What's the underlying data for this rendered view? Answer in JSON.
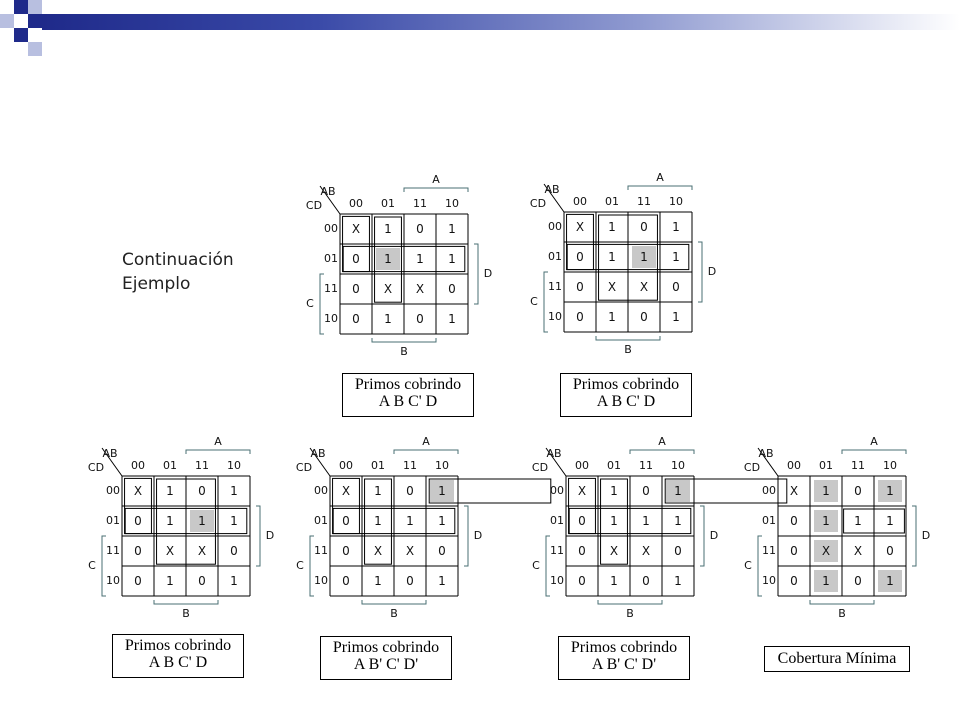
{
  "slide": {
    "heading_line1": "Continuación",
    "heading_line2": "Ejemplo",
    "accent_color": "#1f2a8a"
  },
  "kmap": {
    "corner_row_var": "AB",
    "corner_col_var": "CD",
    "col_headers": [
      "00",
      "01",
      "11",
      "10"
    ],
    "row_headers": [
      "00",
      "01",
      "11",
      "10"
    ],
    "label_A": "A",
    "label_B": "B",
    "label_C": "C",
    "label_D": "D",
    "cells": [
      [
        "X",
        "1",
        "0",
        "1"
      ],
      [
        "0",
        "1",
        "1",
        "1"
      ],
      [
        "0",
        "X",
        "X",
        "0"
      ],
      [
        "0",
        "1",
        "0",
        "1"
      ]
    ],
    "shade_color": "#c8c8c8"
  },
  "panels": [
    {
      "caption_line1": "Primos cobrindo",
      "caption_line2": "A B C' D"
    },
    {
      "caption_line1": "Primos cobrindo",
      "caption_line2": "A B C' D"
    },
    {
      "caption_line1": "Primos cobrindo",
      "caption_line2": "A B C' D"
    },
    {
      "caption_line1": "Primos cobrindo",
      "caption_line2": "A B' C' D'"
    },
    {
      "caption_line1": "Primos cobrindo",
      "caption_line2": "A B' C' D'"
    },
    {
      "caption_line1": "Cobertura Mínima",
      "caption_line2": ""
    }
  ]
}
